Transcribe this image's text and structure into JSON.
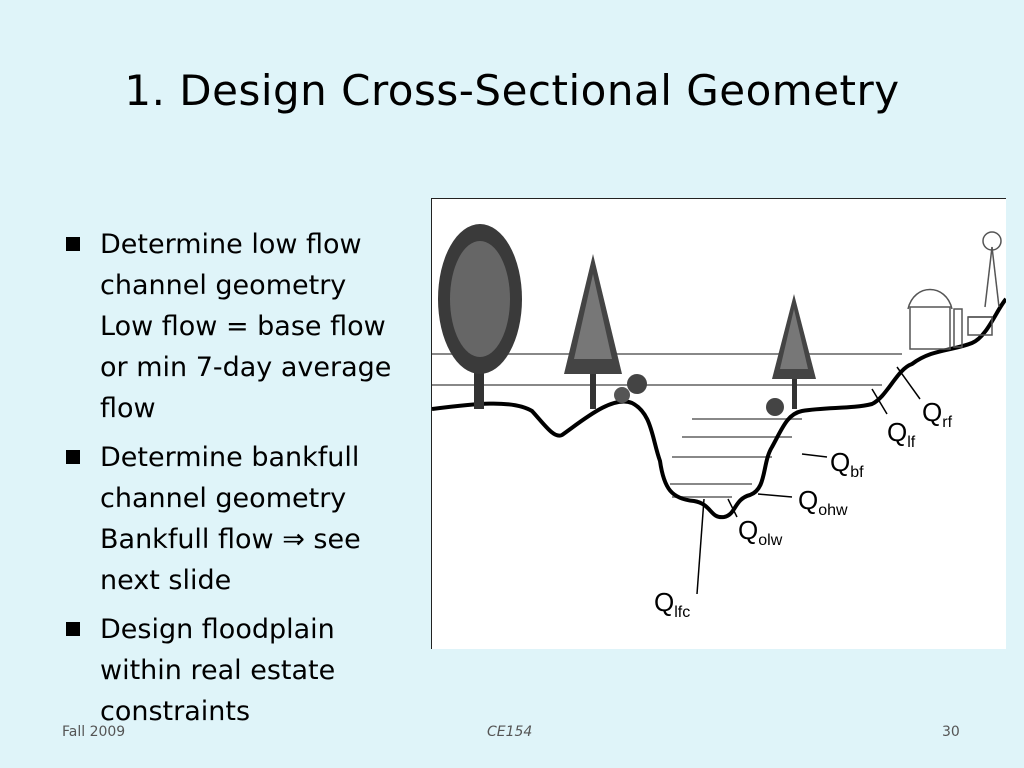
{
  "slide": {
    "title": "1. Design Cross-Sectional Geometry",
    "bullets": [
      {
        "lines": [
          "Determine low flow",
          "channel geometry",
          "Low flow = base flow",
          "or min 7-day average",
          "flow"
        ]
      },
      {
        "lines": [
          "Determine bankfull",
          "channel geometry",
          "Bankfull flow ⇒ see",
          "next slide"
        ]
      },
      {
        "lines": [
          "Design floodplain",
          "within real estate",
          "constraints"
        ]
      }
    ]
  },
  "figure": {
    "labels": [
      {
        "main": "Q",
        "sub": "rf"
      },
      {
        "main": "Q",
        "sub": "lf"
      },
      {
        "main": "Q",
        "sub": "bf"
      },
      {
        "main": "Q",
        "sub": "ohw"
      },
      {
        "main": "Q",
        "sub": "olw"
      },
      {
        "main": "Q",
        "sub": "lfc"
      }
    ]
  },
  "footer": {
    "left": "Fall 2009",
    "center": "CE154",
    "right": "30"
  }
}
